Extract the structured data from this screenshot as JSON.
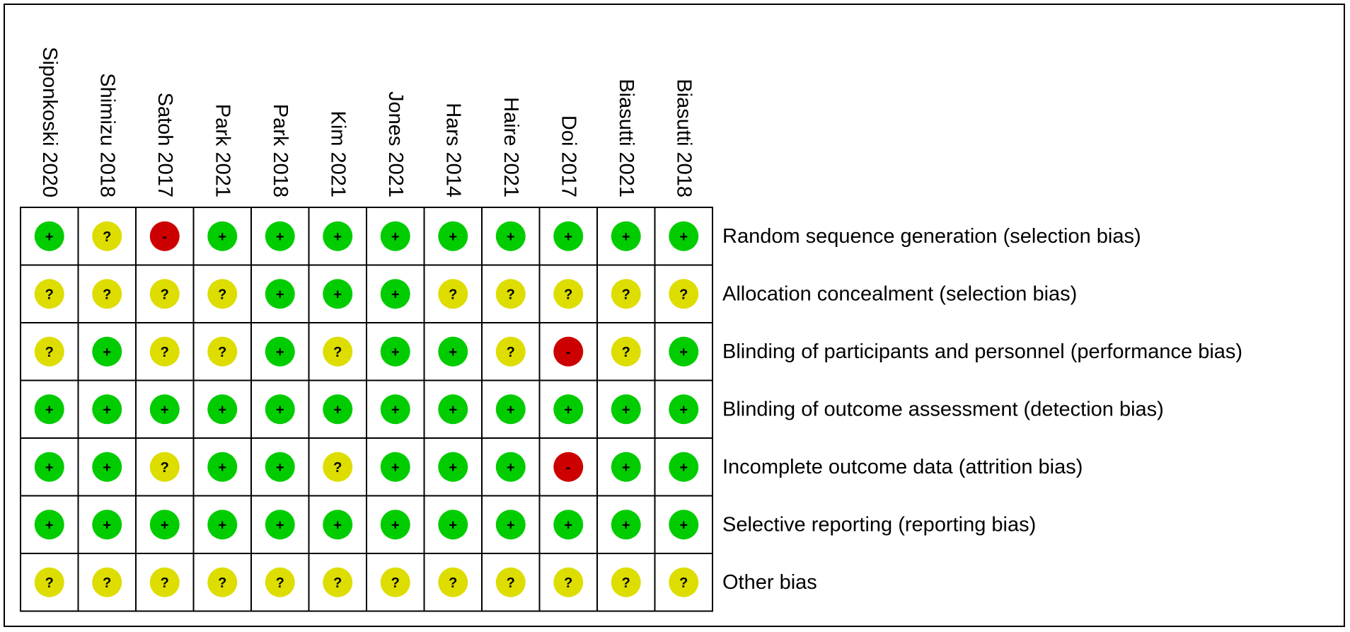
{
  "chart_data": {
    "type": "table",
    "title": "",
    "studies": [
      "Siponkoski 2020",
      "Shimizu 2018",
      "Satoh 2017",
      "Park 2021",
      "Park 2018",
      "Kim 2021",
      "Jones 2021",
      "Hars 2014",
      "Haire 2021",
      "Doi 2017",
      "Biasutti 2021",
      "Biasutti 2018"
    ],
    "domains": [
      "Random sequence generation (selection bias)",
      "Allocation concealment (selection bias)",
      "Blinding of participants and personnel (performance bias)",
      "Blinding of outcome assessment (detection bias)",
      "Incomplete outcome data (attrition bias)",
      "Selective reporting (reporting bias)",
      "Other bias"
    ],
    "ratings": [
      [
        "+",
        "?",
        "-",
        "+",
        "+",
        "+",
        "+",
        "+",
        "+",
        "+",
        "+",
        "+"
      ],
      [
        "?",
        "?",
        "?",
        "?",
        "+",
        "+",
        "+",
        "?",
        "?",
        "?",
        "?",
        "?"
      ],
      [
        "?",
        "+",
        "?",
        "?",
        "+",
        "?",
        "+",
        "+",
        "?",
        "-",
        "?",
        "+"
      ],
      [
        "+",
        "+",
        "+",
        "+",
        "+",
        "+",
        "+",
        "+",
        "+",
        "+",
        "+",
        "+"
      ],
      [
        "+",
        "+",
        "?",
        "+",
        "+",
        "?",
        "+",
        "+",
        "+",
        "-",
        "+",
        "+"
      ],
      [
        "+",
        "+",
        "+",
        "+",
        "+",
        "+",
        "+",
        "+",
        "+",
        "+",
        "+",
        "+"
      ],
      [
        "?",
        "?",
        "?",
        "?",
        "?",
        "?",
        "?",
        "?",
        "?",
        "?",
        "?",
        "?"
      ]
    ],
    "rating_colors": {
      "+": "#00cc00",
      "?": "#dddd00",
      "-": "#cc0000"
    },
    "grid": true
  }
}
